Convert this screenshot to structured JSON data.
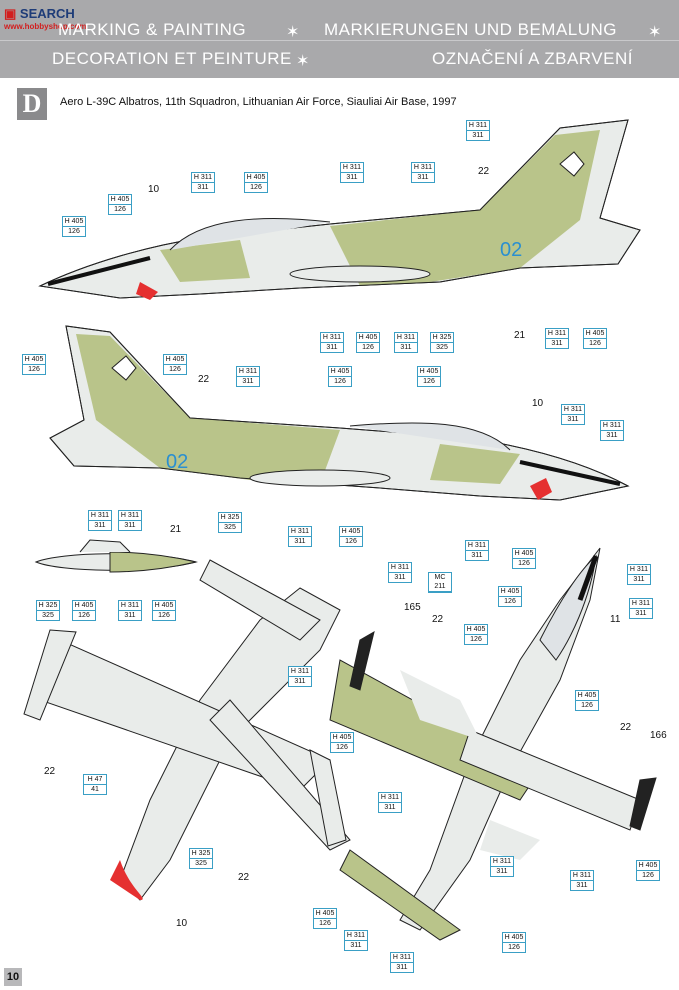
{
  "header": {
    "title_en": "MARKING & PAINTING",
    "title_de": "MARKIERUNGEN UND BEMALUNG",
    "title_fr": "DECORATION ET PEINTURE",
    "title_cz": "OZNAČENÍ A ZBARVENÍ",
    "star": "✶",
    "watermark_main": "SEARCH",
    "watermark_sub": "www.hobbyshop.com"
  },
  "scheme": {
    "letter": "D",
    "caption": "Aero L-39C Albatros,  11th Squadron, Lithuanian Air Force, Siauliai Air Base, 1997",
    "tail_number": "02"
  },
  "page_number": "10",
  "colors": {
    "header_bg": "#a9a9ab",
    "camo_green": "#b9c48a",
    "camo_light": "#e9ecea",
    "callout_border": "#3a9fc5",
    "tail_number": "#2a8fd0",
    "outline": "#222222"
  },
  "callouts": [
    {
      "code": "H 311",
      "num": "311"
    },
    {
      "code": "H 311",
      "num": "311"
    },
    {
      "code": "H 405",
      "num": "126"
    },
    {
      "code": "H 311",
      "num": "311"
    },
    {
      "code": "H 311",
      "num": "311"
    },
    {
      "code": "H 405",
      "num": "126"
    },
    {
      "code": "H 405",
      "num": "126"
    },
    {
      "code": "H 311",
      "num": "311"
    },
    {
      "code": "H 405",
      "num": "126"
    },
    {
      "code": "H 311",
      "num": "311"
    },
    {
      "code": "H 325",
      "num": "325"
    },
    {
      "code": "H 311",
      "num": "311"
    },
    {
      "code": "H 405",
      "num": "126"
    },
    {
      "code": "H 405",
      "num": "126"
    },
    {
      "code": "H 405",
      "num": "126"
    },
    {
      "code": "H 311",
      "num": "311"
    },
    {
      "code": "H 405",
      "num": "126"
    },
    {
      "code": "H 405",
      "num": "126"
    },
    {
      "code": "H 311",
      "num": "311"
    },
    {
      "code": "H 311",
      "num": "311"
    },
    {
      "code": "H 311",
      "num": "311"
    },
    {
      "code": "H 311",
      "num": "311"
    },
    {
      "code": "H 325",
      "num": "325"
    },
    {
      "code": "H 311",
      "num": "311"
    },
    {
      "code": "H 405",
      "num": "126"
    },
    {
      "code": "H 311",
      "num": "311"
    },
    {
      "code": "H 325",
      "num": "325"
    },
    {
      "code": "H 405",
      "num": "126"
    },
    {
      "code": "H 311",
      "num": "311"
    },
    {
      "code": "H 405",
      "num": "126"
    },
    {
      "code": "H 405",
      "num": "126"
    },
    {
      "code": "H 311",
      "num": "311"
    },
    {
      "code": "MC 211",
      "num": ""
    },
    {
      "code": "H 311",
      "num": "311"
    },
    {
      "code": "H 405",
      "num": "126"
    },
    {
      "code": "H 311",
      "num": "311"
    },
    {
      "code": "H 405",
      "num": "126"
    },
    {
      "code": "H 311",
      "num": "311"
    },
    {
      "code": "H 405",
      "num": "126"
    },
    {
      "code": "H 47",
      "num": "41"
    },
    {
      "code": "H 311",
      "num": "311"
    },
    {
      "code": "H 325",
      "num": "325"
    },
    {
      "code": "H 405",
      "num": "126"
    },
    {
      "code": "H 311",
      "num": "311"
    },
    {
      "code": "H 311",
      "num": "311"
    },
    {
      "code": "H 405",
      "num": "126"
    },
    {
      "code": "H 311",
      "num": "311"
    },
    {
      "code": "H 405",
      "num": "126"
    },
    {
      "code": "H 405",
      "num": "126"
    },
    {
      "code": "H 311",
      "num": "311"
    },
    {
      "code": "H 405",
      "num": "126"
    },
    {
      "code": "H 311",
      "num": "311"
    }
  ],
  "labels": [
    "10",
    "22",
    "21",
    "22",
    "10",
    "21",
    "165",
    "22",
    "11",
    "22",
    "166",
    "22",
    "22",
    "10"
  ]
}
